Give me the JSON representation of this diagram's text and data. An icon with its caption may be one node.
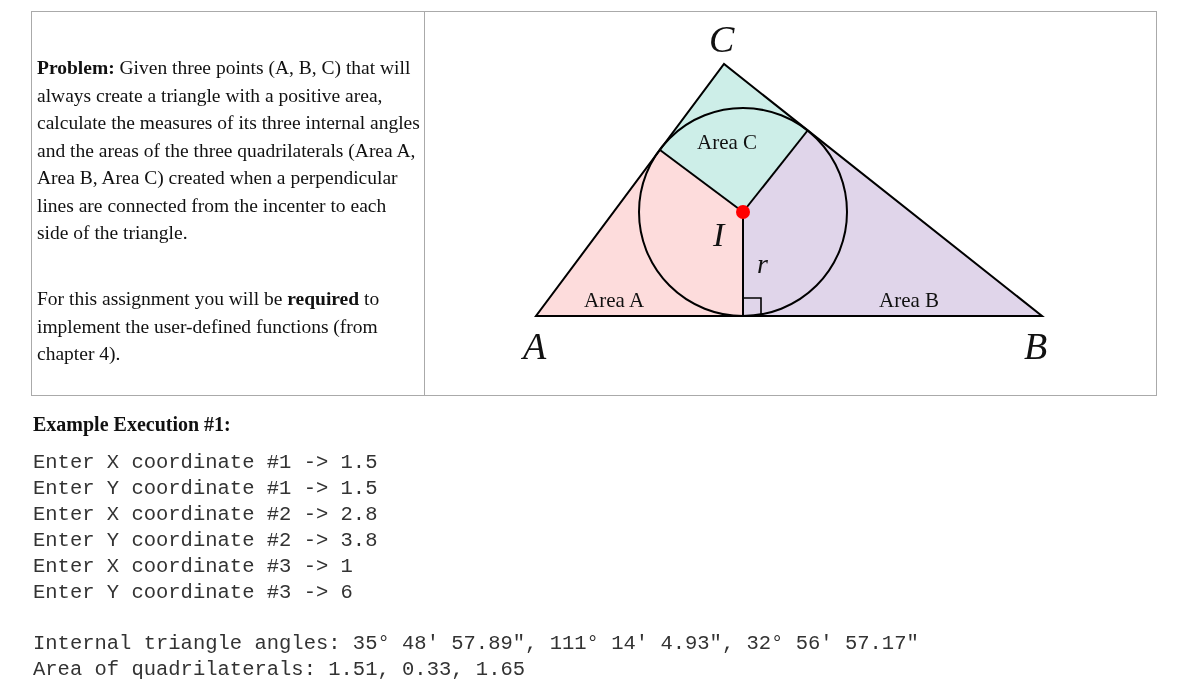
{
  "diagram": {
    "nodes": [
      {
        "text": [
          "Area C"
        ]
      },
      {
        "text": [
          "Area A"
        ]
      },
      {
        "text": [
          "Area B"
        ]
      }
    ],
    "labels": [
      "**Problem:**  Given three points (A, B, C) that will always create a triangle with a positive area, calculate the measures of its three internal angles and the areas of the three quadrilaterals (Area A, Area B, Area C) created when a perpendicular lines are connected from the incenter to each side of the triangle.",
      "For this assignment you will be **required** to implement the user-defined functions (from chapter 4).",
      "C",
      "I",
      "r",
      "A",
      "B",
      "Example Execution #1:",
      "Enter X coordinate #1 -> 1.5",
      "Enter Y coordinate #1 -> 1.5",
      "Enter X coordinate #2 -> 2.8",
      "Enter Y coordinate #2 -> 3.8",
      "Enter X coordinate #3 -> 1",
      "Enter Y coordinate #3 -> 6",
      "Internal triangle angles: 35° 48' 57.89\", 111° 14' 4.93\", 32° 56' 57.17\"",
      "Area of quadrilaterals: 1.51, 0.33, 1.65"
    ]
  }
}
